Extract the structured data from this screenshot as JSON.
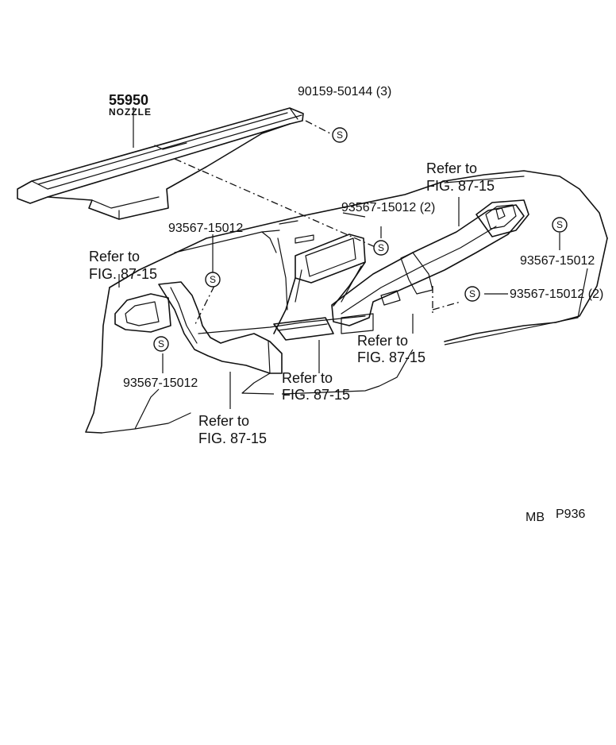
{
  "part_main": {
    "number": "55950",
    "name": "NOZZLE"
  },
  "screw_label": "90159-50144 (3)",
  "clip_labels": {
    "top_center": "93567-15012 (2)",
    "left_upper": "93567-15012",
    "right_upper": "93567-15012",
    "right_lower": "93567-15012 (2)",
    "left_lower": "93567-15012"
  },
  "refer_labels": {
    "top_right": {
      "line1": "Refer to",
      "line2": "FIG. 87-15"
    },
    "left": {
      "line1": "Refer to",
      "line2": "FIG. 87-15"
    },
    "center_right": {
      "line1": "Refer to",
      "line2": "FIG. 87-15"
    },
    "center": {
      "line1": "Refer to",
      "line2": "FIG. 87-15"
    },
    "bottom_left": {
      "line1": "Refer to",
      "line2": "FIG. 87-15"
    }
  },
  "s_symbol": "S",
  "footer_code": {
    "left": "MB",
    "right": "P936"
  }
}
